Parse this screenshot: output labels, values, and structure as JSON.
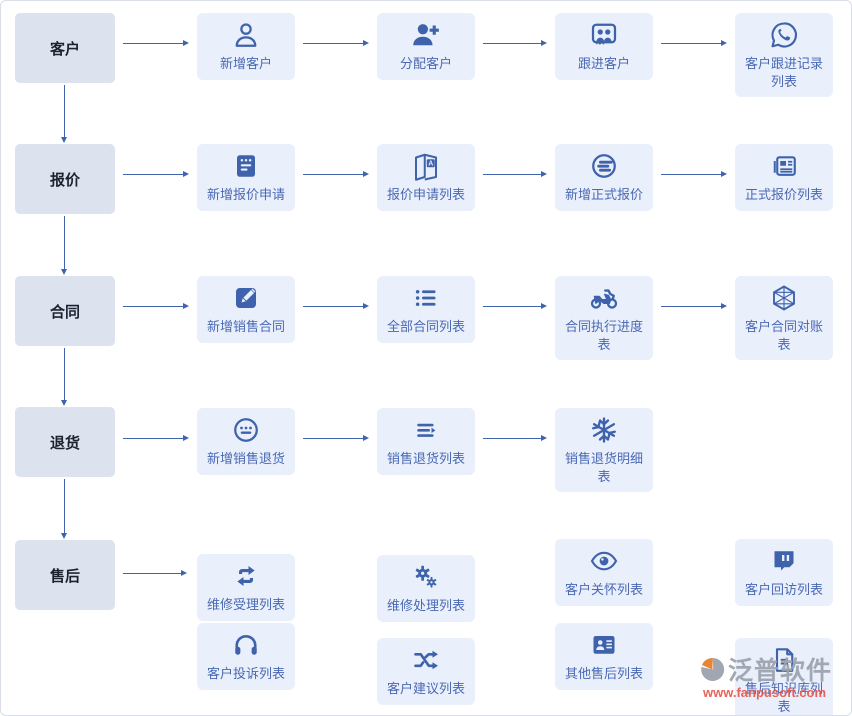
{
  "colors": {
    "category_bg": "#dce3ef",
    "category_text": "#1c2330",
    "flow_box_bg": "#e9effb",
    "flow_text": "#4a69b4",
    "icon_blue": "#3e62ab",
    "arrow": "#3f63ad",
    "canvas_border": "#d9dee8",
    "watermark_gray": "#9aa2ad",
    "watermark_orange": "#e87a22",
    "watermark_url_red": "#e4574e"
  },
  "flow": {
    "rows": [
      {
        "category": {
          "label": "客户"
        },
        "boxes": [
          {
            "label": "新增客户",
            "icon": "user-icon",
            "icon_ref": "#sym-user"
          },
          {
            "label": "分配客户",
            "icon": "user-plus-icon",
            "icon_ref": "#sym-user-plus"
          },
          {
            "label": "跟进客户",
            "icon": "people-board-icon",
            "icon_ref": "#sym-people"
          },
          {
            "label": "客户跟进记录列表",
            "icon": "phone-circle-icon",
            "icon_ref": "#sym-phone"
          }
        ]
      },
      {
        "category": {
          "label": "报价"
        },
        "boxes": [
          {
            "label": "新增报价申请",
            "icon": "memo-icon",
            "icon_ref": "#sym-memo"
          },
          {
            "label": "报价申请列表",
            "icon": "translate-book-icon",
            "icon_ref": "#sym-translate"
          },
          {
            "label": "新增正式报价",
            "icon": "coins-circle-icon",
            "icon_ref": "#sym-coins"
          },
          {
            "label": "正式报价列表",
            "icon": "newspaper-icon",
            "icon_ref": "#sym-news"
          }
        ]
      },
      {
        "category": {
          "label": "合同"
        },
        "boxes": [
          {
            "label": "新增销售合同",
            "icon": "edit-square-icon",
            "icon_ref": "#sym-edit"
          },
          {
            "label": "全部合同列表",
            "icon": "list-icon",
            "icon_ref": "#sym-list"
          },
          {
            "label": "合同执行进度表",
            "icon": "motorcycle-icon",
            "icon_ref": "#sym-moto"
          },
          {
            "label": "客户合同对账表",
            "icon": "hexagon-grid-icon",
            "icon_ref": "#sym-hex"
          }
        ]
      },
      {
        "category": {
          "label": "退货"
        },
        "boxes": [
          {
            "label": "新增销售退货",
            "icon": "comment-dots-circle-icon",
            "icon_ref": "#sym-comment"
          },
          {
            "label": "销售退货列表",
            "icon": "lines-arrow-icon",
            "icon_ref": "#sym-lines"
          },
          {
            "label": "销售退货明细表",
            "icon": "snowflake-icon",
            "icon_ref": "#sym-snow"
          }
        ]
      },
      {
        "category": {
          "label": "售后"
        },
        "boxes": [
          {
            "label": "维修受理列表",
            "icon": "repeat-icon",
            "icon_ref": "#sym-repeat"
          },
          {
            "label": "维修处理列表",
            "icon": "gears-icon",
            "icon_ref": "#sym-gears"
          },
          {
            "label": "客户关怀列表",
            "icon": "eye-icon",
            "icon_ref": "#sym-eye"
          },
          {
            "label": "客户回访列表",
            "icon": "chat-window-icon",
            "icon_ref": "#sym-chat"
          },
          {
            "label": "客户投诉列表",
            "icon": "headphones-icon",
            "icon_ref": "#sym-head"
          },
          {
            "label": "客户建议列表",
            "icon": "shuffle-icon",
            "icon_ref": "#sym-shuffle"
          },
          {
            "label": "其他售后列表",
            "icon": "id-card-icon",
            "icon_ref": "#sym-card"
          },
          {
            "label": "售后知识库列表",
            "icon": "document-icon",
            "icon_ref": "#sym-doc"
          }
        ]
      }
    ]
  },
  "watermark": {
    "brand": "泛普软件",
    "url": "www.fanpusoft.com"
  }
}
